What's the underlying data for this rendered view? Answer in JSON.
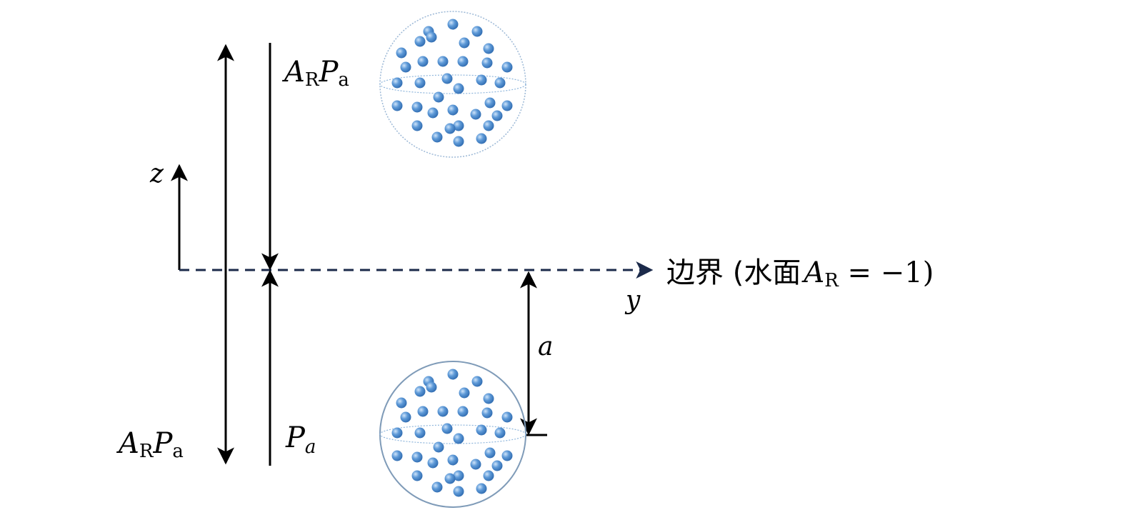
{
  "labels": {
    "z_axis": "z",
    "y_axis": "y",
    "distance": "a",
    "top_wave_main": "A",
    "top_wave_sub": "R",
    "top_wave_p": "P",
    "top_wave_psub": "a",
    "left_wave_main": "A",
    "left_wave_sub": "R",
    "left_wave_p": "P",
    "left_wave_psub": "a",
    "incident_p": "P",
    "incident_psub": "a",
    "boundary_cn": "边界 (水面",
    "boundary_A": "A",
    "boundary_Asub": "R",
    "boundary_eq": " = −1)"
  },
  "colors": {
    "line": "#000000",
    "axis_dash": "#1b2a4a",
    "bubble": "#4a88d0",
    "bubble_highlight": "#a8cdf0",
    "sphere_outline_top": "#9cb8d6",
    "sphere_outline_bottom": "#7f9bb8"
  },
  "icons": {
    "top_sphere": "bubble-cluster-image-icon",
    "bottom_sphere": "bubble-cluster-real-icon"
  }
}
